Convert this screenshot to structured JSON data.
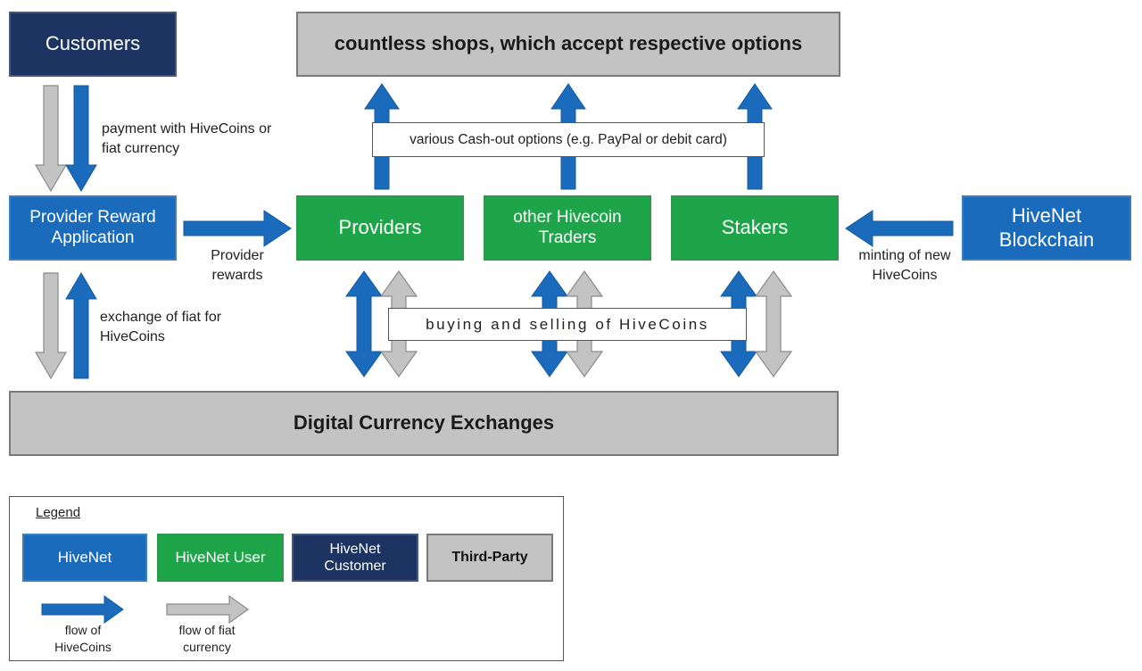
{
  "colors": {
    "hivenet": "#1b6bbd",
    "user": "#1ea54a",
    "customer": "#1d3462",
    "third_party": "#c3c3c3",
    "flow_hivecoins": "#1b6bbd",
    "flow_fiat": "#c3c3c3"
  },
  "nodes": {
    "customers": "Customers",
    "shops": "countless shops, which accept respective options",
    "provider_reward_app": "Provider Reward Application",
    "providers": "Providers",
    "traders": "other Hivecoin Traders",
    "stakers": "Stakers",
    "hivenet_blockchain": "HiveNet Blockchain",
    "exchanges": "Digital Currency Exchanges"
  },
  "edge_labels": {
    "payment": "payment with HiveCoins or fiat currency",
    "provider_rewards": "Provider rewards",
    "minting": "minting of new HiveCoins",
    "exchange": "exchange of fiat for HiveCoins",
    "cashout": "various Cash-out options (e.g. PayPal or debit card)",
    "buy_sell": "buying and selling of HiveCoins"
  },
  "legend": {
    "title": "Legend",
    "hivenet": "HiveNet",
    "user": "HiveNet User",
    "customer": "HiveNet Customer",
    "third_party": "Third-Party",
    "flow_hivecoins": "flow of HiveCoins",
    "flow_fiat": "flow of fiat currency"
  }
}
